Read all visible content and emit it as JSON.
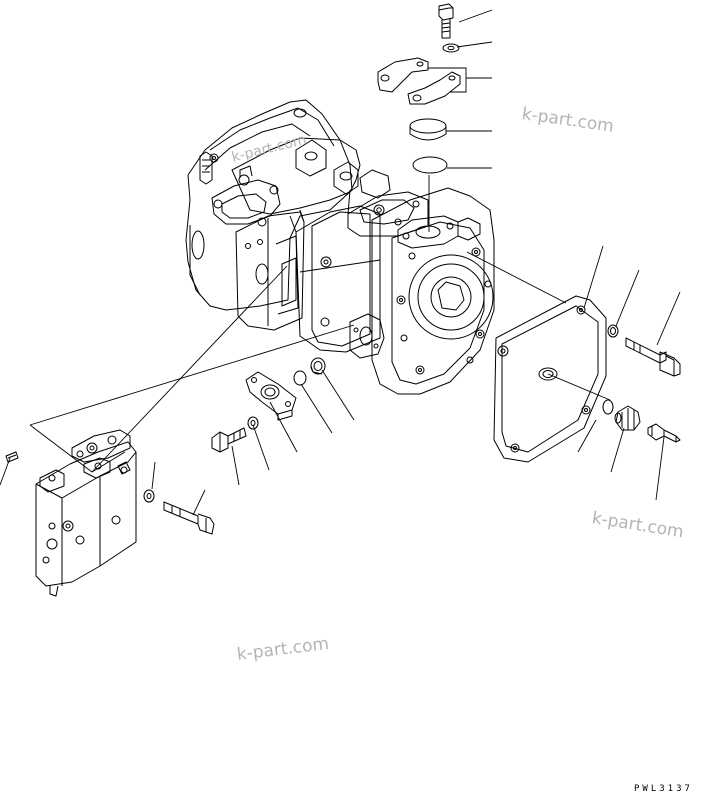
{
  "watermarks": [
    "k-part.com",
    "k-part.com",
    "k-part.com",
    "k-part.com"
  ],
  "drawing_code": "PWL3137",
  "colors": {
    "line": "#000000",
    "watermark": "#b4b4b4",
    "background": "#ffffff"
  },
  "parts": [
    "bolt-top",
    "washer-top",
    "split-flange-halves",
    "plug-cap",
    "o-ring-top",
    "main-pump-assembly",
    "cover-plate",
    "o-ring-cover",
    "cover-bolt",
    "adapter-fitting",
    "sensor-plug",
    "flange-left",
    "o-ring-flange",
    "seal-washer",
    "flange-bolt",
    "flange-washer",
    "control-valve-block",
    "valve-pin",
    "valve-washer",
    "valve-bolt"
  ]
}
